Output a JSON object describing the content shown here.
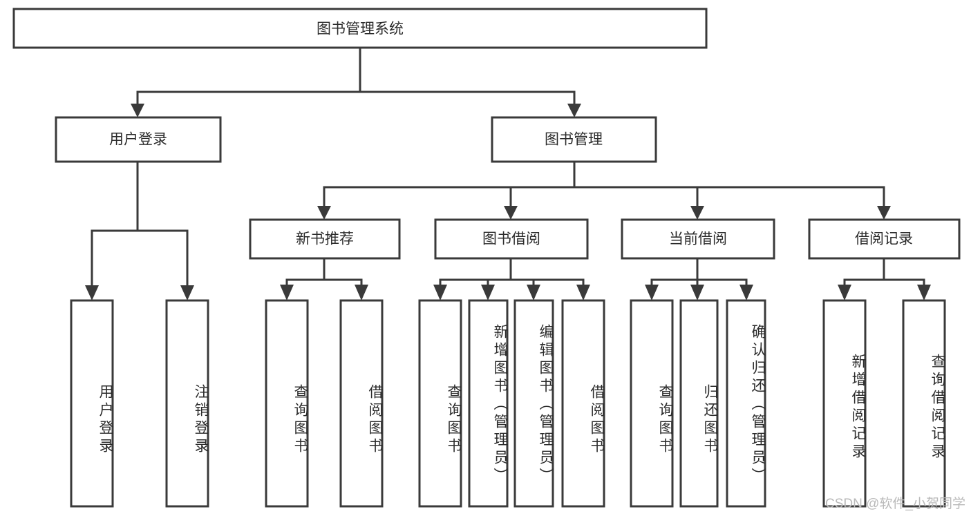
{
  "diagram": {
    "title": "图书管理系统",
    "type": "tree-hierarchy",
    "root": {
      "label": "图书管理系统"
    },
    "level2": [
      {
        "label": "用户登录"
      },
      {
        "label": "图书管理"
      }
    ],
    "level3": [
      {
        "label": "新书推荐"
      },
      {
        "label": "图书借阅"
      },
      {
        "label": "当前借阅"
      },
      {
        "label": "借阅记录"
      }
    ],
    "leaves": {
      "user_login": [
        {
          "label": "用户登录"
        },
        {
          "label": "注销登录"
        }
      ],
      "new_book_recommend": [
        {
          "label": "查询图书"
        },
        {
          "label": "借阅图书"
        }
      ],
      "book_borrow": [
        {
          "label": "查询图书"
        },
        {
          "label": "新增图书（管理员）"
        },
        {
          "label": "编辑图书（管理员）"
        },
        {
          "label": "借阅图书"
        }
      ],
      "current_borrow": [
        {
          "label": "查询图书"
        },
        {
          "label": "归还图书"
        },
        {
          "label": "确认归还（管理员）"
        }
      ],
      "borrow_record": [
        {
          "label": "新增借阅记录"
        },
        {
          "label": "查询借阅记录"
        }
      ]
    }
  },
  "watermark": {
    "text": "CSDN @软件_小贺同学"
  },
  "colors": {
    "stroke": "#3a3a3a",
    "fill": "#ffffff",
    "text": "#2b2b2b",
    "watermark": "#b9b9b9"
  }
}
